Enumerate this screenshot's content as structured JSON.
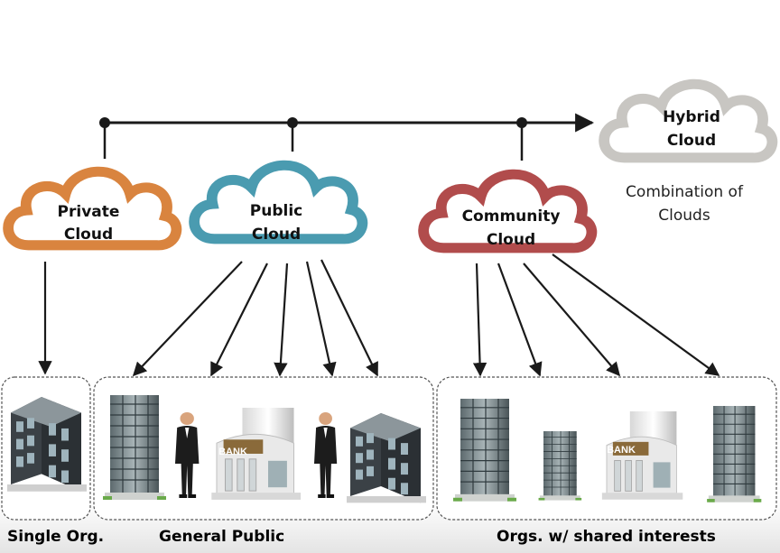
{
  "clouds": {
    "private": {
      "line1": "Private",
      "line2": "Cloud",
      "color": "#d9843f"
    },
    "public": {
      "line1": "Public",
      "line2": "Cloud",
      "color": "#4a9bb0"
    },
    "community": {
      "line1": "Community",
      "line2": "Cloud",
      "color": "#b14c4c"
    },
    "hybrid": {
      "line1": "Hybrid",
      "line2": "Cloud",
      "color": "#c8c6c2",
      "desc1": "Combination of",
      "desc2": "Clouds"
    }
  },
  "groups": {
    "single": {
      "label": "Single Org."
    },
    "public": {
      "label": "General Public"
    },
    "community": {
      "label": "Orgs. w/ shared interests"
    }
  },
  "icons": {
    "bank_sign": "BANK"
  }
}
